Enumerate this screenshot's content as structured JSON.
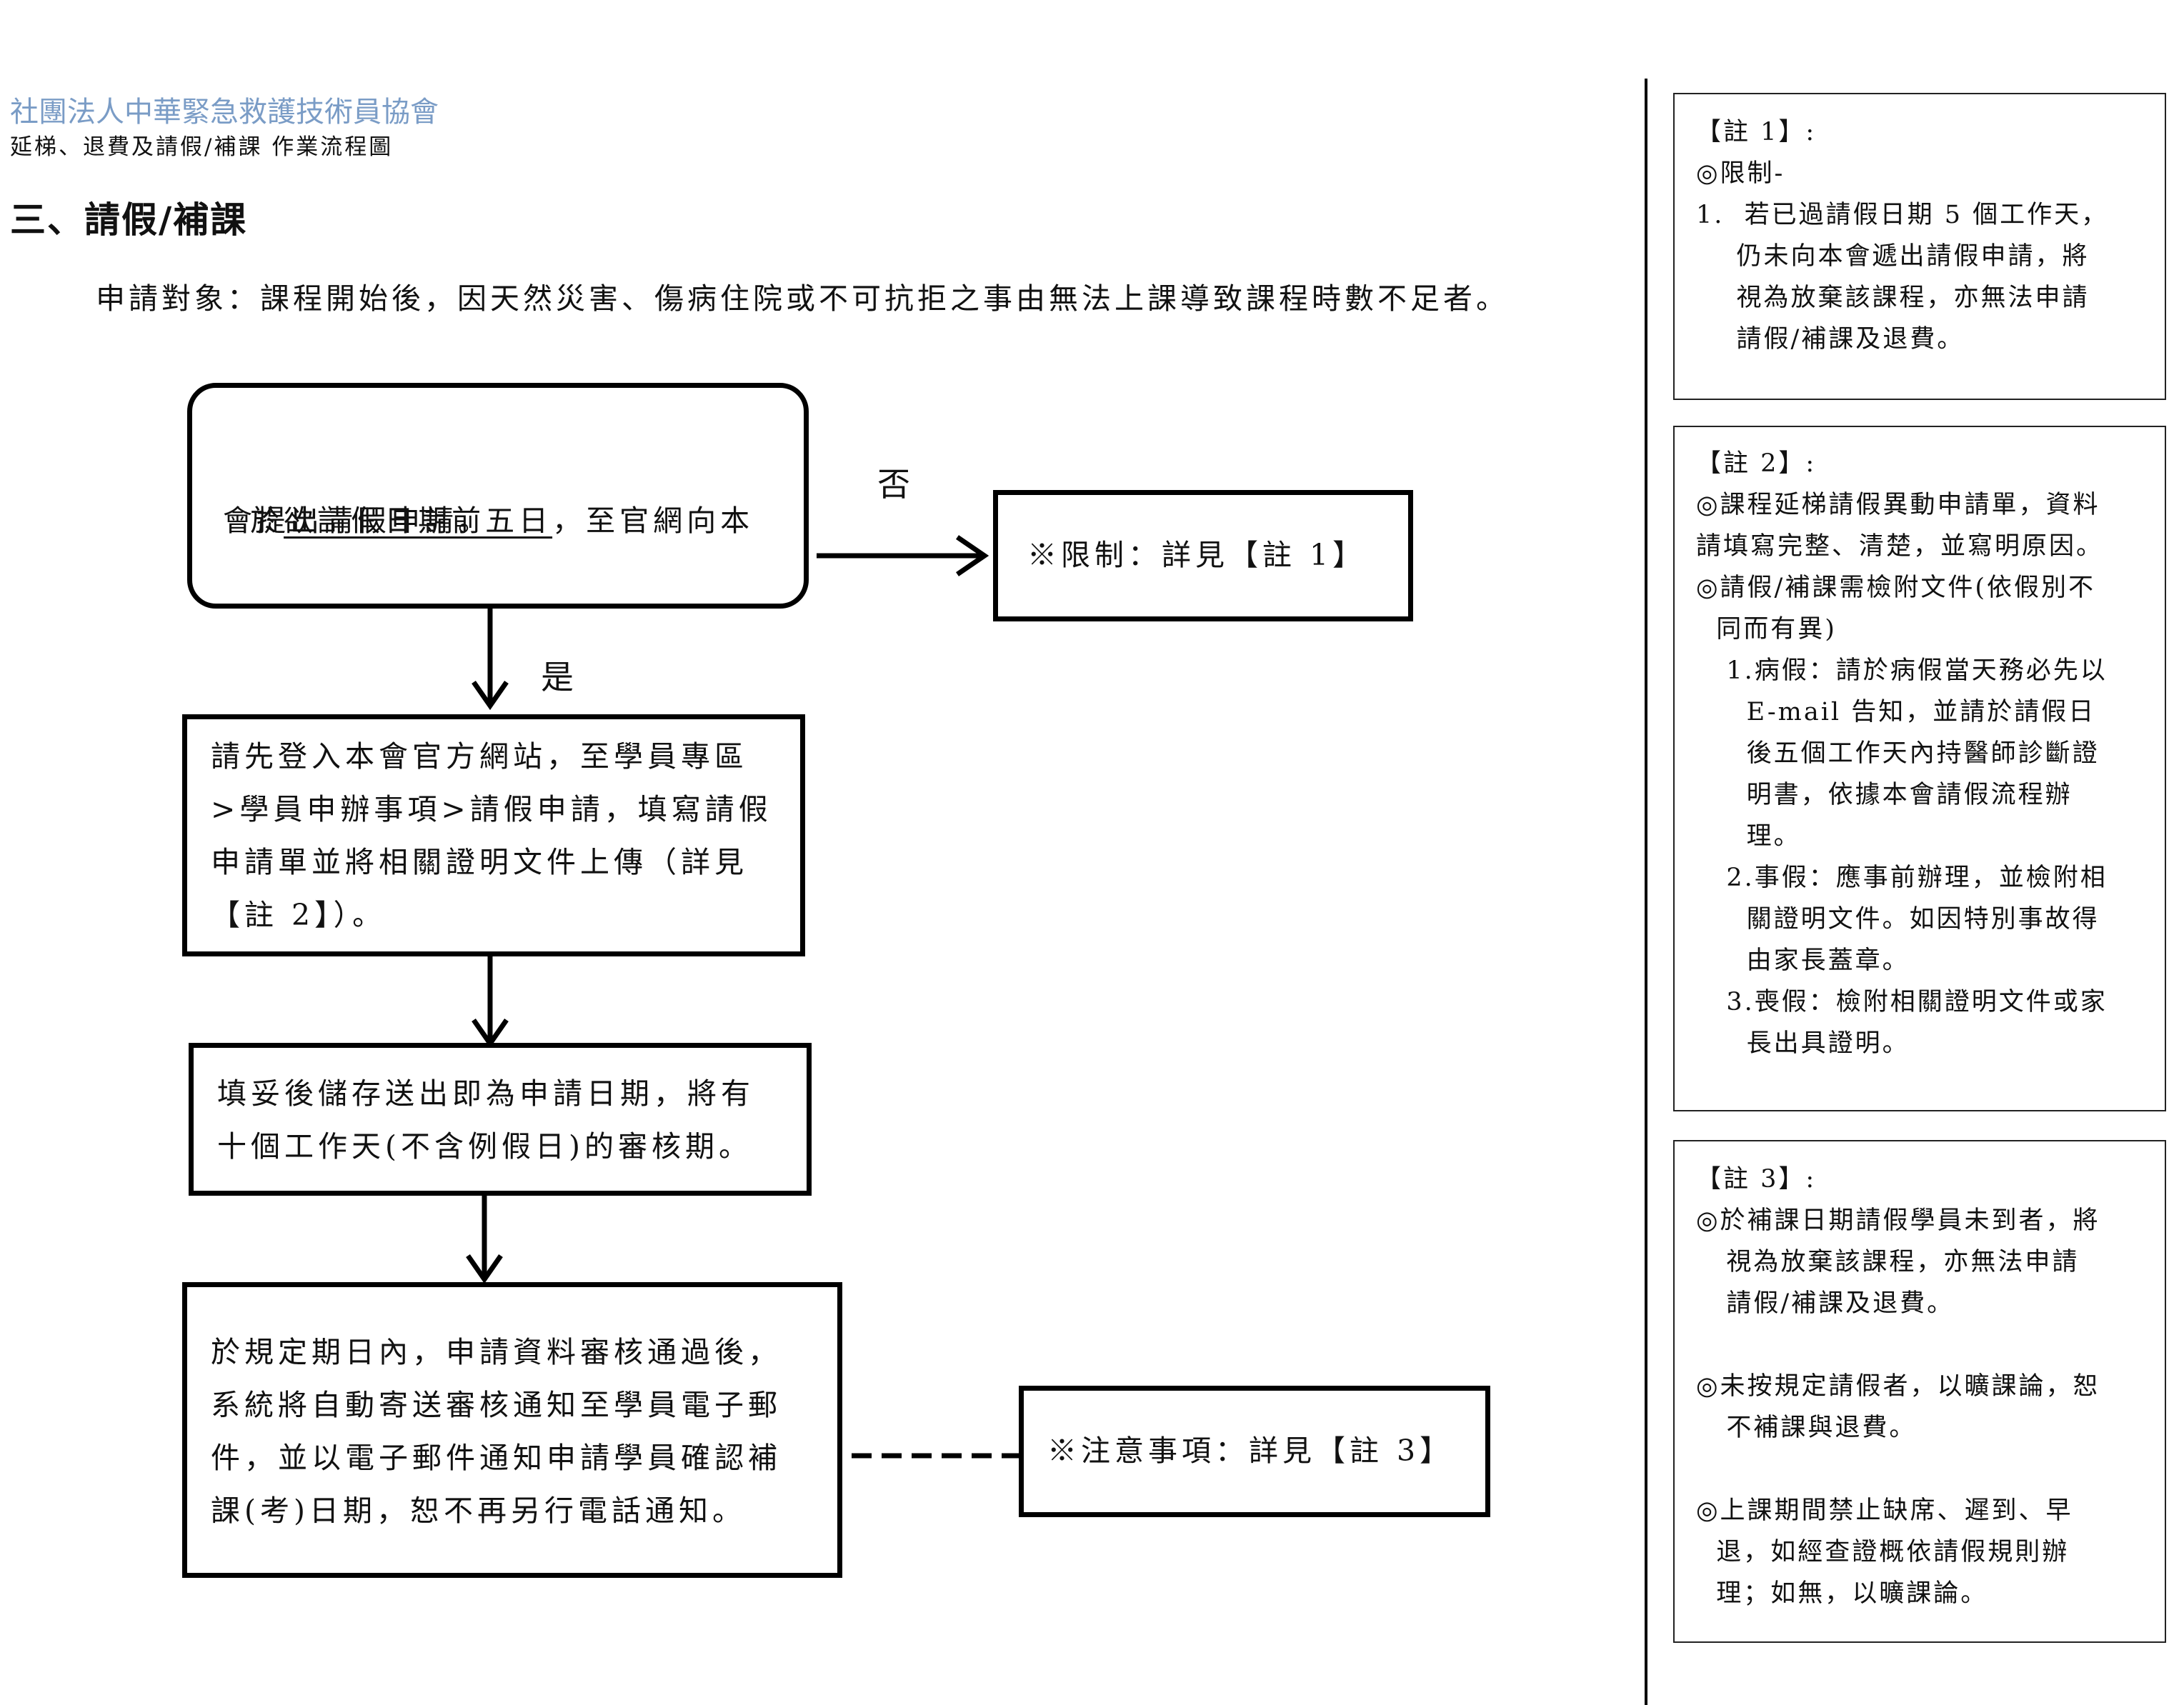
{
  "header": {
    "org": "社團法人中華緊急救護技術員協會",
    "subtitle": "延梯、退費及請假/補課 作業流程圖",
    "section": "三、請假/補課",
    "target": "申請對象：課程開始後，因天然災害、傷病住院或不可抗拒之事由無法上課導致課程時數不足者。"
  },
  "flow": {
    "step1": {
      "pre": "於",
      "underlined": "欲請假日期前五日",
      "post": "，至官網向本",
      "line2": "會提出請假申請。"
    },
    "no_label": "否",
    "yes_label": "是",
    "limit_box": "※限制：詳見【註 1】",
    "step2": [
      "請先登入本會官方網站，至學員專區",
      ">學員申辦事項>請假申請，填寫請假",
      "申請單並將相關證明文件上傳（詳見",
      "【註 2】）。"
    ],
    "step3": [
      "填妥後儲存送出即為申請日期，將有",
      "十個工作天(不含例假日)的審核期。"
    ],
    "step4": [
      "於規定期日內，申請資料審核通過後，",
      "系統將自動寄送審核通知至學員電子郵",
      "件，並以電子郵件通知申請學員確認補",
      "課(考)日期，恕不再另行電話通知。"
    ],
    "notice_box": "※注意事項：詳見【註 3】"
  },
  "notes": {
    "note1": [
      "【註 1】:",
      "◎限制-",
      "1.  若已過請假日期 5 個工作天，",
      "    仍未向本會遞出請假申請，將",
      "    視為放棄該課程，亦無法申請",
      "    請假/補課及退費。"
    ],
    "note2": [
      "【註 2】:",
      "◎課程延梯請假異動申請單，資料",
      "請填寫完整、清楚，並寫明原因。",
      "◎請假/補課需檢附文件(依假別不",
      "  同而有異)",
      "   1.病假：請於病假當天務必先以",
      "     E-mail 告知，並請於請假日",
      "     後五個工作天內持醫師診斷證",
      "     明書，依據本會請假流程辦",
      "     理。",
      "   2.事假：應事前辦理，並檢附相",
      "     關證明文件。如因特別事故得",
      "     由家長蓋章。",
      "   3.喪假：檢附相關證明文件或家",
      "     長出具證明。"
    ],
    "note3": [
      "【註 3】:",
      "◎於補課日期請假學員未到者，將",
      "   視為放棄該課程，亦無法申請",
      "   請假/補課及退費。",
      "",
      "◎未按規定請假者，以曠課論，恕",
      "   不補課與退費。",
      "",
      "◎上課期間禁止缺席、遲到、早",
      "  退，如經查證概依請假規則辦",
      "  理；如無，以曠課論。"
    ]
  }
}
